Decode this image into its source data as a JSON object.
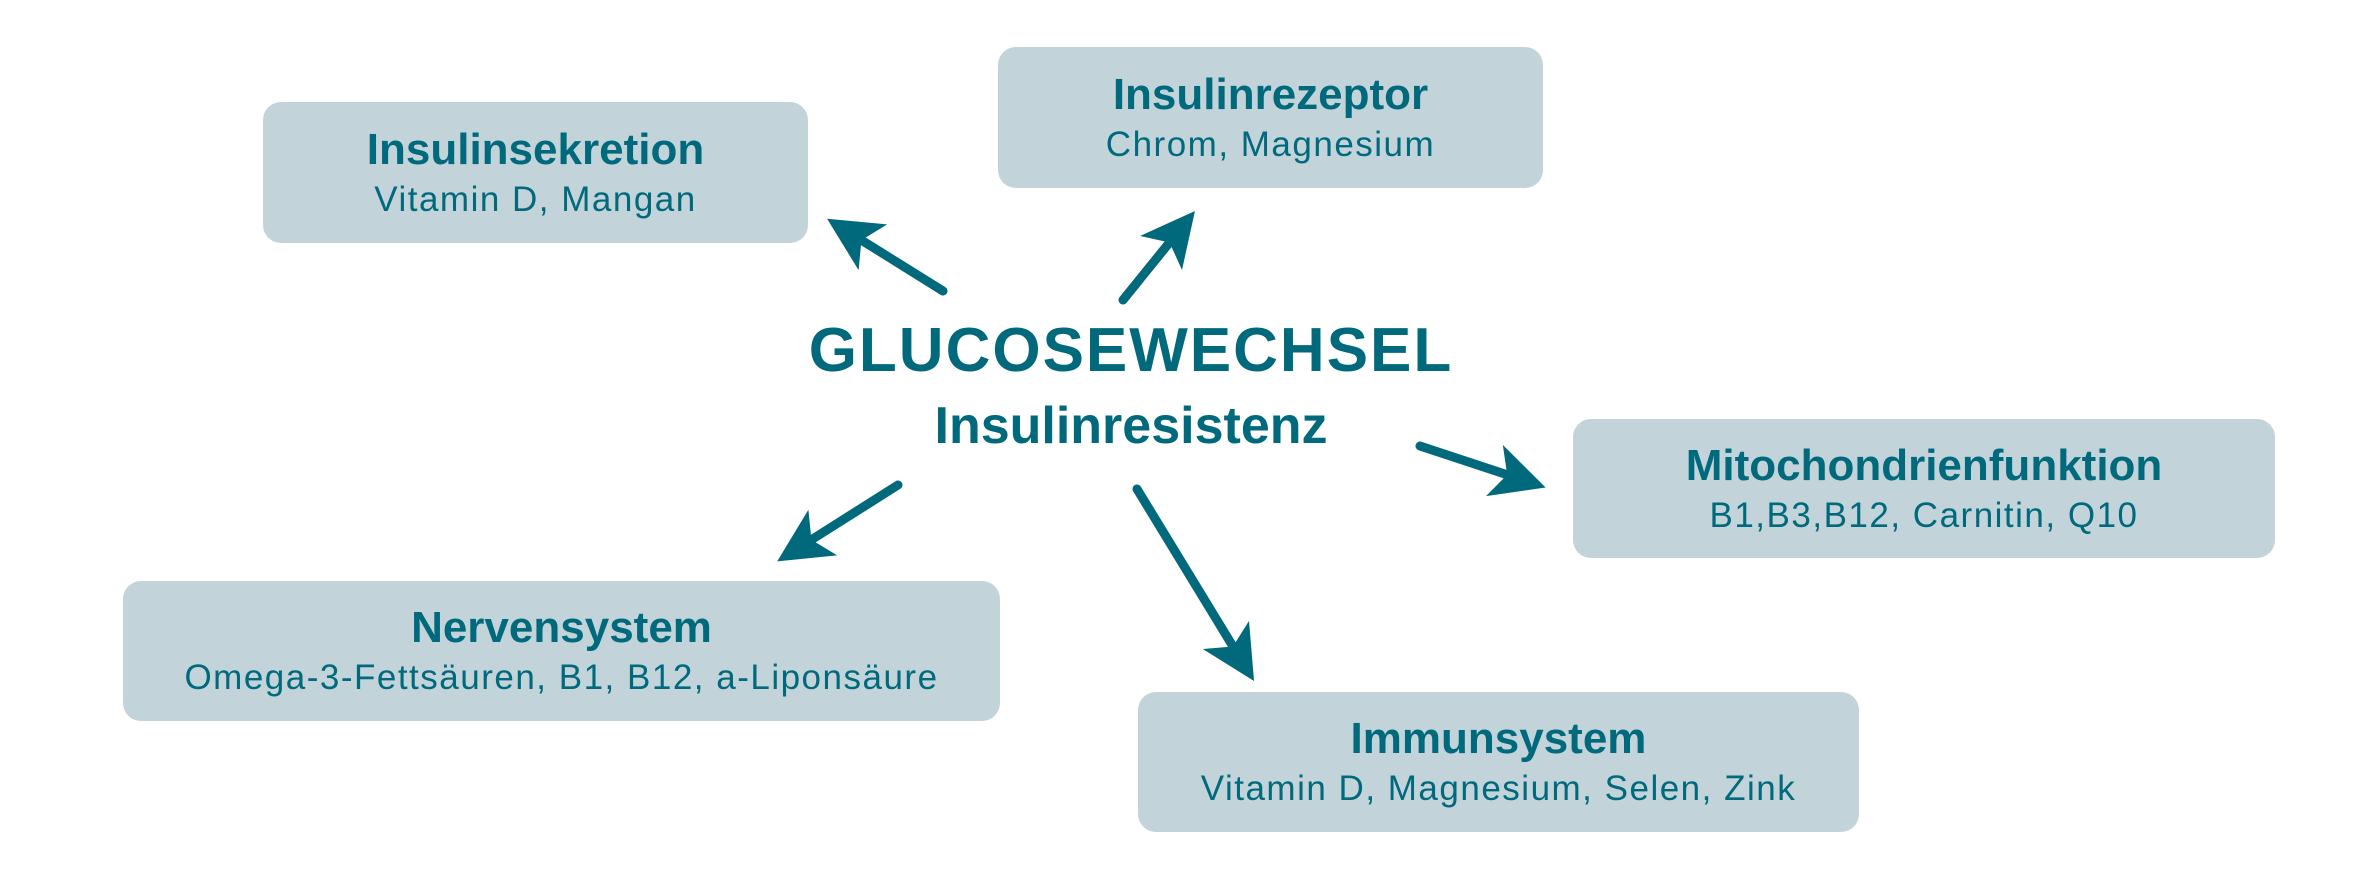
{
  "center": {
    "title": "GLUCOSEWECHSEL",
    "subtitle": "Insulinresistenz"
  },
  "nodes": [
    {
      "title": "Insulinsekretion",
      "nutrients": "Vitamin D, Mangan"
    },
    {
      "title": "Insulinrezeptor",
      "nutrients": "Chrom, Magnesium"
    },
    {
      "title": "Mitochondrienfunktion",
      "nutrients": "B1,B3,B12, Carnitin, Q10"
    },
    {
      "title": "Nervensystem",
      "nutrients": "Omega-3-Fettsäuren, B1, B12, a-Liponsäure"
    },
    {
      "title": "Immunsystem",
      "nutrients": "Vitamin D, Magnesium, Selen, Zink"
    }
  ],
  "colors": {
    "accent": "#006a7c",
    "box": "#c2d4da"
  }
}
